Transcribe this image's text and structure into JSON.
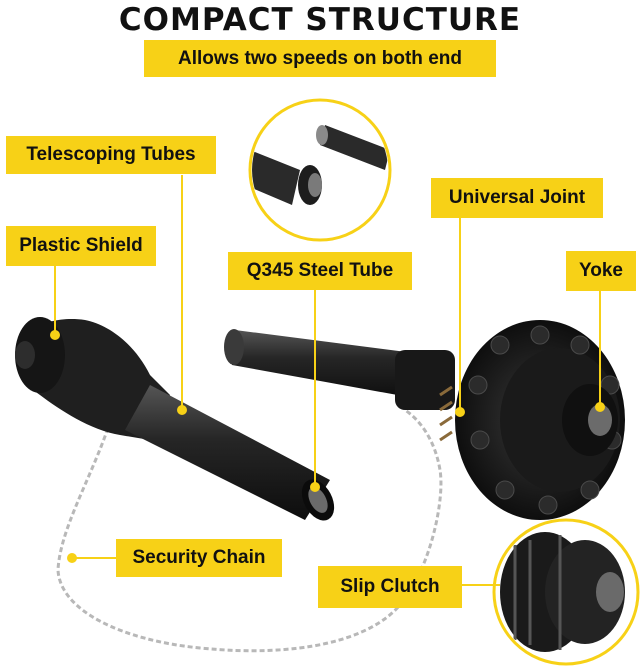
{
  "header": {
    "title": "COMPACT STRUCTURE",
    "subtitle": "Allows two speeds on both end"
  },
  "callouts": {
    "telescoping_tubes": "Telescoping Tubes",
    "plastic_shield": "Plastic Shield",
    "q345_steel_tube": "Q345 Steel Tube",
    "universal_joint": "Universal Joint",
    "yoke": "Yoke",
    "security_chain": "Security Chain",
    "slip_clutch": "Slip Clutch"
  },
  "colors": {
    "accent": "#f7d117",
    "product": "#1c1c1c",
    "text": "#111111"
  }
}
